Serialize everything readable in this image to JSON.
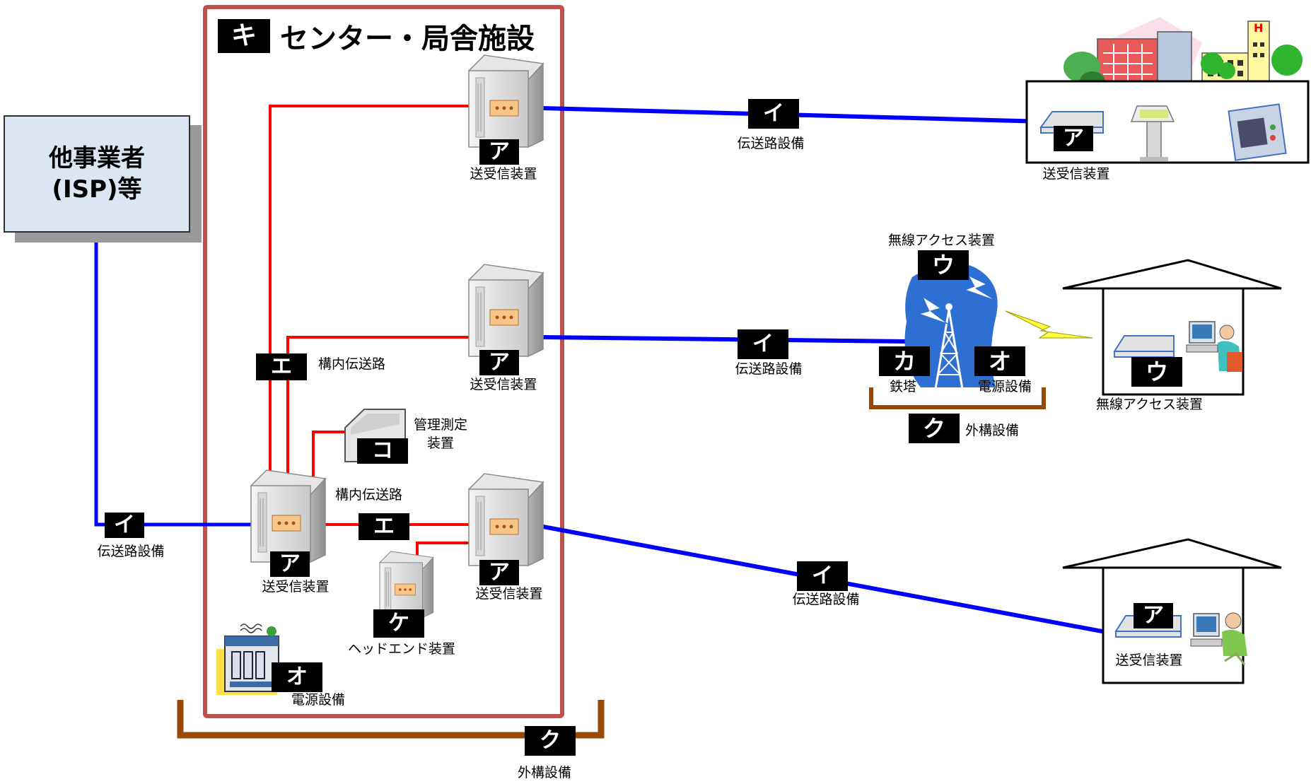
{
  "isp": {
    "line1": "他事業者",
    "line2": "(ISP)等"
  },
  "center": {
    "tag": "キ",
    "title": "センター・局舎施設"
  },
  "tags": {
    "a": "ア",
    "i": "イ",
    "u": "ウ",
    "e": "エ",
    "o": "オ",
    "ka": "カ",
    "ku": "ク",
    "ke": "ケ",
    "ko": "コ"
  },
  "labels": {
    "transceiver": "送受信装置",
    "transmission": "伝送路設備",
    "inner_path": "構内伝送路",
    "mgmt_line1": "管理測定",
    "mgmt_line2": "装置",
    "headend": "ヘッドエンド装置",
    "power": "電源設備",
    "outside": "外構設備",
    "wireless": "無線アクセス装置",
    "tower": "鉄塔"
  },
  "colors": {
    "blue_line": "#0000ff",
    "red_line": "#ff0000",
    "center_border": "#c0504d",
    "bracket": "#984807",
    "isp_fill": "#dce6f2"
  },
  "icons": [
    "server-icon",
    "management-device-icon",
    "power-supply-icon",
    "radio-tower-icon",
    "router-icon",
    "building-icon",
    "house-icon",
    "lightning-icon",
    "kiosk-icon",
    "medical-monitor-icon",
    "computer-user-icon"
  ]
}
